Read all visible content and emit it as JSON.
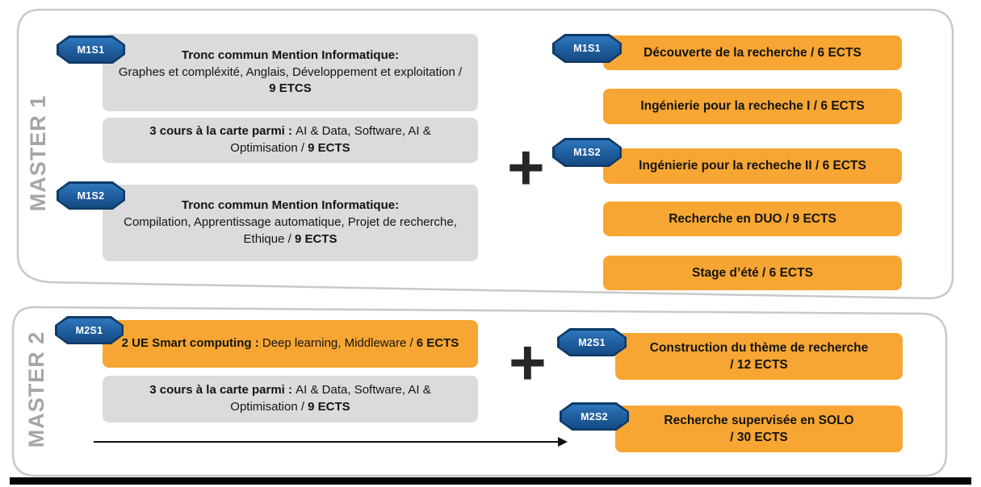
{
  "colors": {
    "orange_box": "#F7A633",
    "gray_box": "#DBDBDB",
    "badge_blue": "#1E5C9C",
    "badge_border": "#0F3A66",
    "master_label_gray": "#A6A6A6",
    "outline_gray": "#C9C9C9",
    "bottom_bar": "#050505"
  },
  "master1": {
    "label": "MASTER 1",
    "plus": "+",
    "badges": {
      "left_top": "M1S1",
      "left_bottom": "M1S2",
      "right_top": "M1S1",
      "right_bottom": "M1S2"
    },
    "left_boxes": [
      {
        "title": "Tronc commun Mention Informatique:",
        "body": "Graphes et compléxité, Anglais, Développement et exploitation / ",
        "credits": "9 ETCS"
      },
      {
        "lead": "3 cours à la carte parmi : ",
        "body": "AI & Data, Software, AI & Optimisation / ",
        "credits": "9 ECTS"
      },
      {
        "title": "Tronc commun Mention Informatique:",
        "body": "Compilation, Apprentissage automatique, Projet de recherche, Ethique / ",
        "credits": "9 ECTS"
      }
    ],
    "right_boxes": [
      {
        "label": "Découverte de la recherche / 6 ECTS"
      },
      {
        "label": "Ingénierie pour la recheche I / 6 ECTS"
      },
      {
        "label": "Ingénierie pour la recheche II / 6 ECTS"
      },
      {
        "label": "Recherche en DUO / 9 ECTS"
      },
      {
        "label": "Stage d’été / 6 ECTS"
      }
    ]
  },
  "master2": {
    "label": "MASTER 2",
    "plus": "+",
    "badges": {
      "left_top": "M2S1",
      "right_top": "M2S1",
      "right_bottom": "M2S2"
    },
    "left_boxes": [
      {
        "lead": "2 UE Smart computing : ",
        "body": "Deep learning, Middleware / ",
        "credits": "6 ECTS"
      },
      {
        "lead": "3 cours à la carte parmi : ",
        "body": "AI & Data, Software, AI & Optimisation / ",
        "credits": "9 ECTS"
      }
    ],
    "right_boxes": [
      {
        "line1": "Construction du thème de recherche",
        "line2": "/ 12 ECTS"
      },
      {
        "line1": "Recherche supervisée en SOLO",
        "line2": "/ 30 ECTS"
      }
    ]
  }
}
